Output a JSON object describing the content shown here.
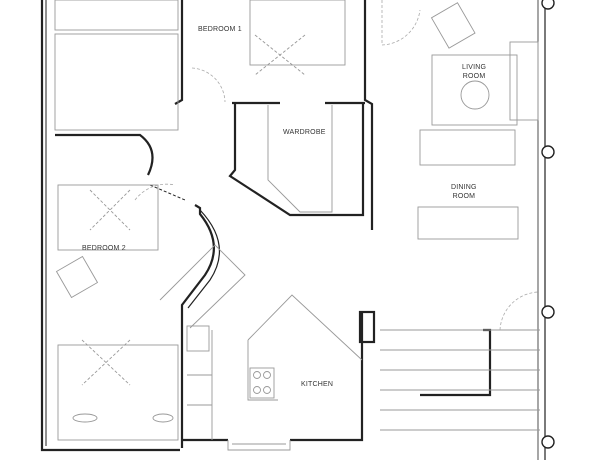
{
  "rooms": {
    "bedroom1": "BEDROOM 1",
    "wardrobe": "WARDROBE",
    "living": "LIVING ROOM",
    "living_line1": "LIVING",
    "living_line2": "ROOM",
    "dining_line1": "DINING",
    "dining_line2": "ROOM",
    "bedroom2": "BEDROOM 2",
    "kitchen": "KITCHEN"
  },
  "colors": {
    "wall": "#222222",
    "furniture": "#9a9a9a",
    "background": "#ffffff"
  }
}
